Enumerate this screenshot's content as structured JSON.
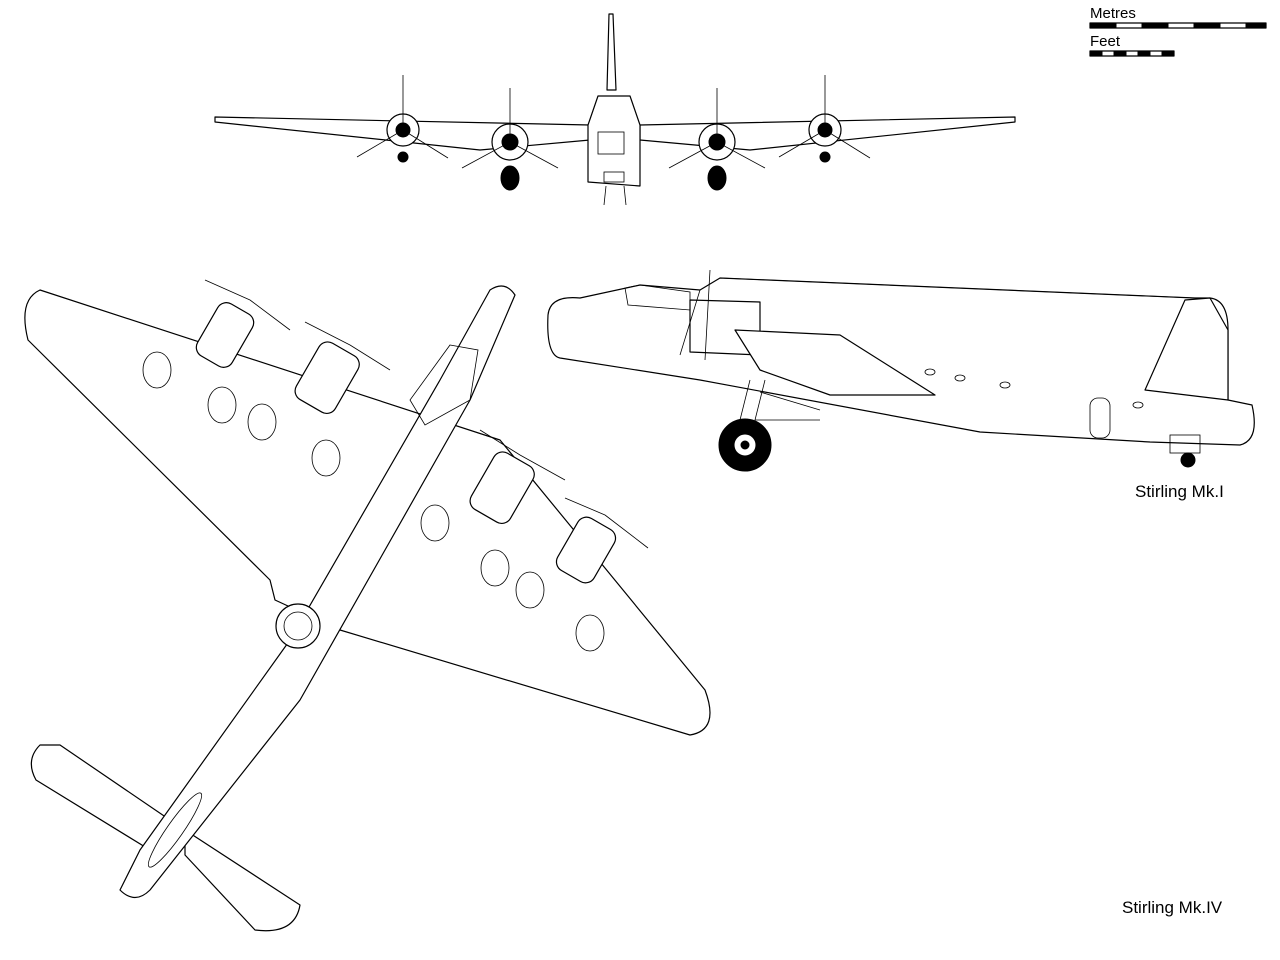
{
  "scale": {
    "metres_label": "Metres",
    "feet_label": "Feet"
  },
  "views": {
    "side_mk1_label": "Stirling Mk.I",
    "side_mk4_label": "Stirling Mk.IV"
  }
}
